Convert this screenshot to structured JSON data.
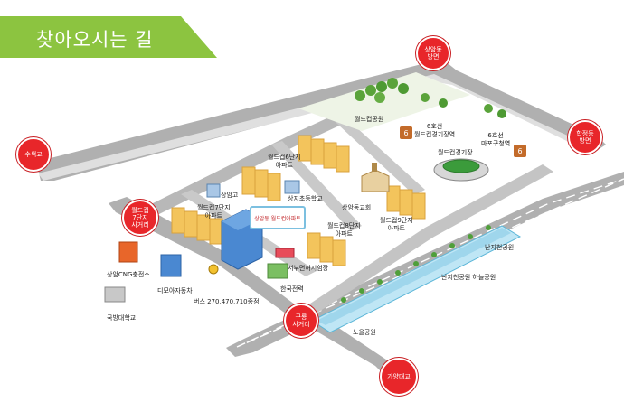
{
  "banner": {
    "title": "찾아오시는 길",
    "color": "#8cc440"
  },
  "circles": {
    "sangam": "상암동\n방면",
    "hapjeong": "합정동\n방면",
    "susaek": "수색교",
    "worldcup7": "월드컵\n7단지\n사거리",
    "gusu": "구룡\n사거리",
    "gayang": "가양대교"
  },
  "labels": {
    "worldcup_park": "월드컵공원",
    "line6_stadium": "6호선\n월드컵경기장역",
    "line6_mapo": "6호선\n마포구청역",
    "stadium": "월드컵경기장",
    "apt6": "월드컵6단지\n아파트",
    "sangam_high": "상암고",
    "sangji_elem": "상지초등학교",
    "apt7": "월드컵7단지\n아파트",
    "church": "상암동교회",
    "apt8": "월드컵8단지\n아파트",
    "apt9": "월드컵9단지\n아파트",
    "cng": "상암CNG충전소",
    "dimoa": "디모아자동차",
    "nanji_park": "난지천공원",
    "seobu": "서부면허시험장",
    "kepco": "한국전력",
    "nanji_sky": "난지천공원 하늘공원",
    "bus": "버스 270,470,710종점",
    "defense_univ": "국방대학교",
    "noeul_park": "노을공원"
  },
  "signboard": "상암동 월드컵아파트"
}
